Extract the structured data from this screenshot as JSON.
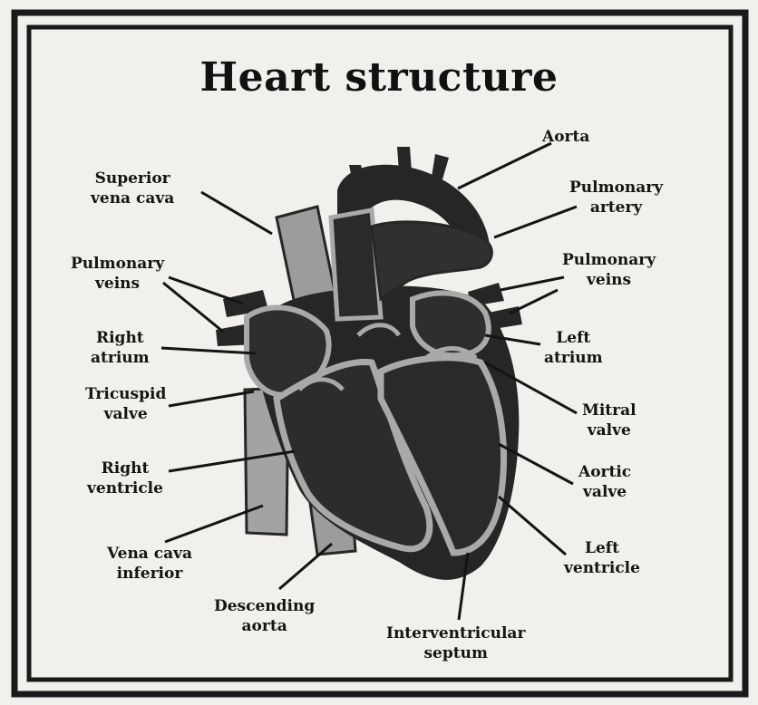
{
  "title": "Heart structure",
  "colors": {
    "frame": "#1a1a1a",
    "paper": "#f1f0ec",
    "tissue_dark": "#262626",
    "tissue_light": "#a9a9a9"
  },
  "labels": {
    "aorta": [
      "Aorta"
    ],
    "superior_vena_cava": [
      "Superior",
      "vena cava"
    ],
    "pulmonary_artery": [
      "Pulmonary",
      "artery"
    ],
    "pulmonary_veins_left": [
      "Pulmonary",
      "veins"
    ],
    "pulmonary_veins_right": [
      "Pulmonary",
      "veins"
    ],
    "right_atrium": [
      "Right",
      "atrium"
    ],
    "left_atrium": [
      "Left",
      "atrium"
    ],
    "tricuspid_valve": [
      "Tricuspid",
      "valve"
    ],
    "mitral_valve": [
      "Mitral",
      "valve"
    ],
    "right_ventricle": [
      "Right",
      "ventricle"
    ],
    "aortic_valve": [
      "Aortic",
      "valve"
    ],
    "vena_cava_inferior": [
      "Vena cava",
      "inferior"
    ],
    "left_ventricle": [
      "Left",
      "ventricle"
    ],
    "descending_aorta": [
      "Descending",
      "aorta"
    ],
    "interventricular_septum": [
      "Interventricular",
      "septum"
    ]
  }
}
